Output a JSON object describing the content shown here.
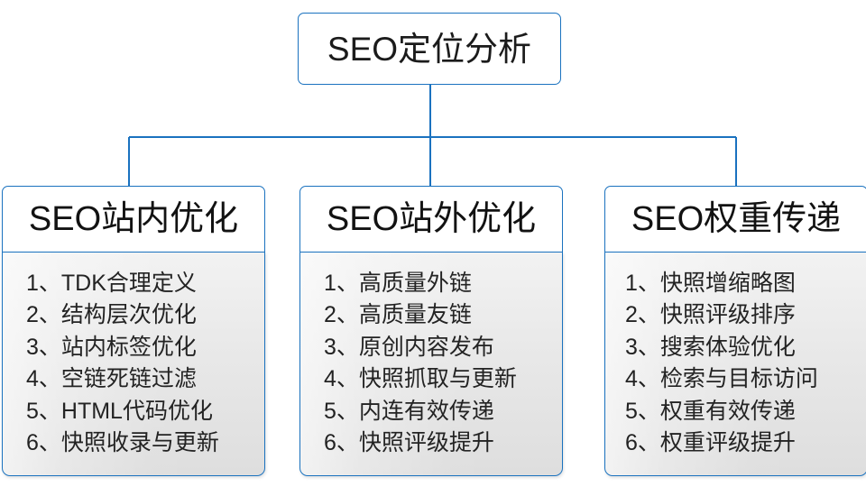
{
  "diagram": {
    "type": "org-tree",
    "root": {
      "label": "SEO定位分析"
    },
    "colors": {
      "border": "#1a72bf",
      "connector": "#1a72bf",
      "head_fill": "#ffffff",
      "body_fill_top": "#f2f2f2",
      "body_fill_bottom": "#dedede",
      "text": "#1b1b1b"
    },
    "branches": [
      {
        "title": "SEO站内优化",
        "items": [
          "1、TDK合理定义",
          "2、结构层次优化",
          "3、站内标签优化",
          "4、空链死链过滤",
          "5、HTML代码优化",
          "6、快照收录与更新"
        ]
      },
      {
        "title": "SEO站外优化",
        "items": [
          "1、高质量外链",
          "2、高质量友链",
          "3、原创内容发布",
          "4、快照抓取与更新",
          "5、内连有效传递",
          "6、快照评级提升"
        ]
      },
      {
        "title": "SEO权重传递",
        "items": [
          "1、快照增缩略图",
          "2、快照评级排序",
          "3、搜索体验优化",
          "4、检索与目标访问",
          "5、权重有效传递",
          "6、权重评级提升"
        ]
      }
    ]
  }
}
